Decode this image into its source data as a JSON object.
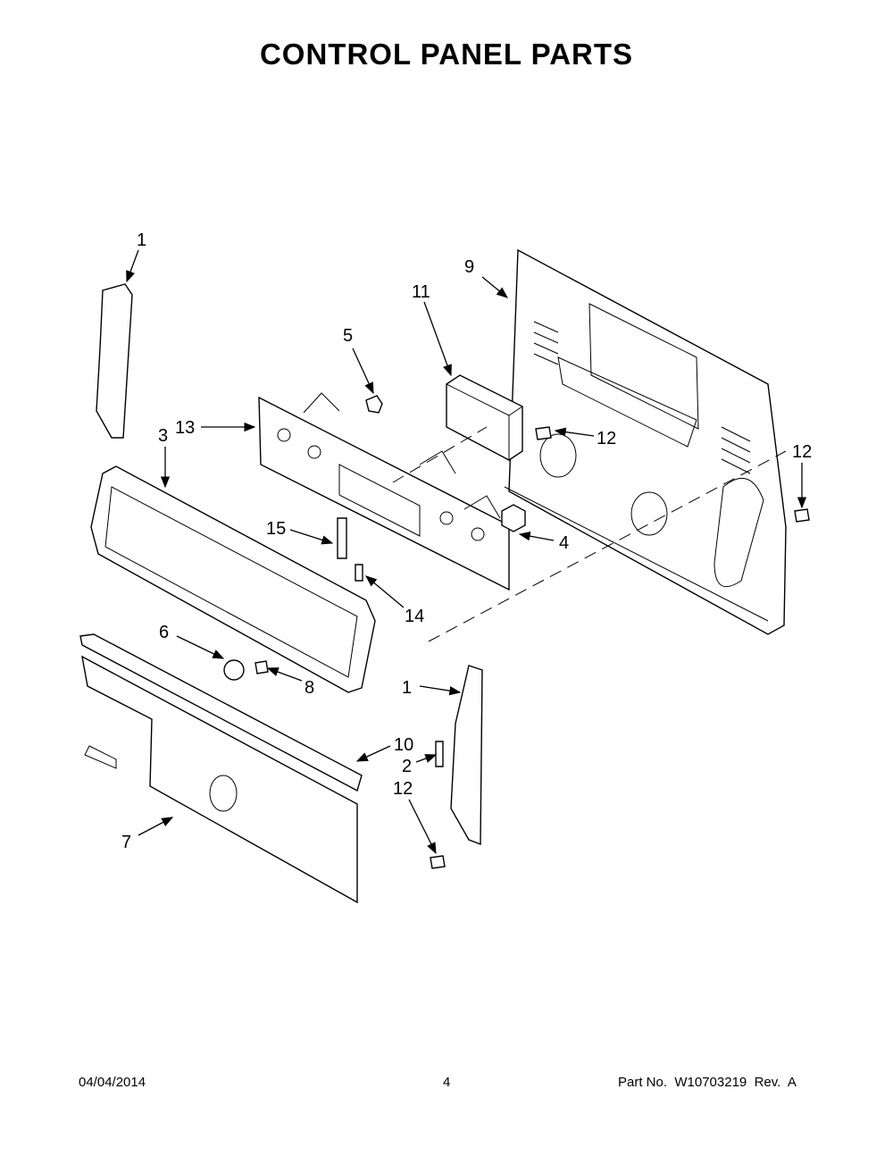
{
  "title": "CONTROL PANEL PARTS",
  "callouts": [
    {
      "id": "c1a",
      "text": "1"
    },
    {
      "id": "c9",
      "text": "9"
    },
    {
      "id": "c11",
      "text": "11"
    },
    {
      "id": "c5",
      "text": "5"
    },
    {
      "id": "c13",
      "text": "13"
    },
    {
      "id": "c3",
      "text": "3"
    },
    {
      "id": "c12a",
      "text": "12"
    },
    {
      "id": "c12b",
      "text": "12"
    },
    {
      "id": "c15",
      "text": "15"
    },
    {
      "id": "c4",
      "text": "4"
    },
    {
      "id": "c14",
      "text": "14"
    },
    {
      "id": "c6",
      "text": "6"
    },
    {
      "id": "c8",
      "text": "8"
    },
    {
      "id": "c1b",
      "text": "1"
    },
    {
      "id": "c10",
      "text": "10"
    },
    {
      "id": "c2",
      "text": "2"
    },
    {
      "id": "c12c",
      "text": "12"
    },
    {
      "id": "c7",
      "text": "7"
    }
  ],
  "footer": {
    "date": "04/04/2014",
    "page": "4",
    "part_no": "Part No.  W10703219  Rev.  A"
  }
}
